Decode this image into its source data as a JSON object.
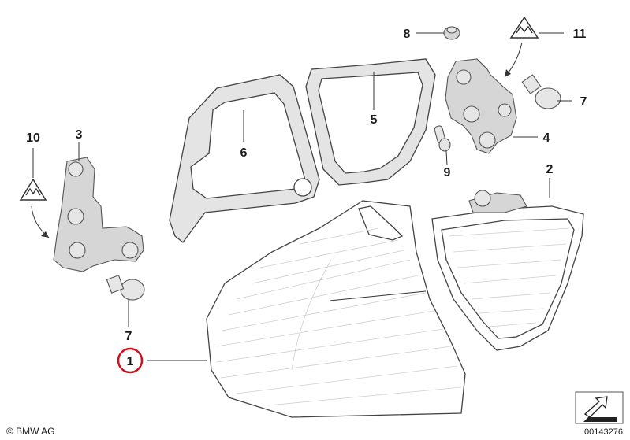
{
  "callouts": [
    {
      "id": "c1",
      "text": "1"
    },
    {
      "id": "c2",
      "text": "2"
    },
    {
      "id": "c3",
      "text": "3"
    },
    {
      "id": "c4",
      "text": "4"
    },
    {
      "id": "c5",
      "text": "5"
    },
    {
      "id": "c6",
      "text": "6"
    },
    {
      "id": "c7a",
      "text": "7"
    },
    {
      "id": "c7b",
      "text": "7"
    },
    {
      "id": "c8",
      "text": "8"
    },
    {
      "id": "c9",
      "text": "9"
    },
    {
      "id": "c10",
      "text": "10"
    },
    {
      "id": "c11",
      "text": "11"
    }
  ],
  "highlight_color": "#d0101a",
  "copyright": "© BMW AG",
  "document_number": "00143276"
}
